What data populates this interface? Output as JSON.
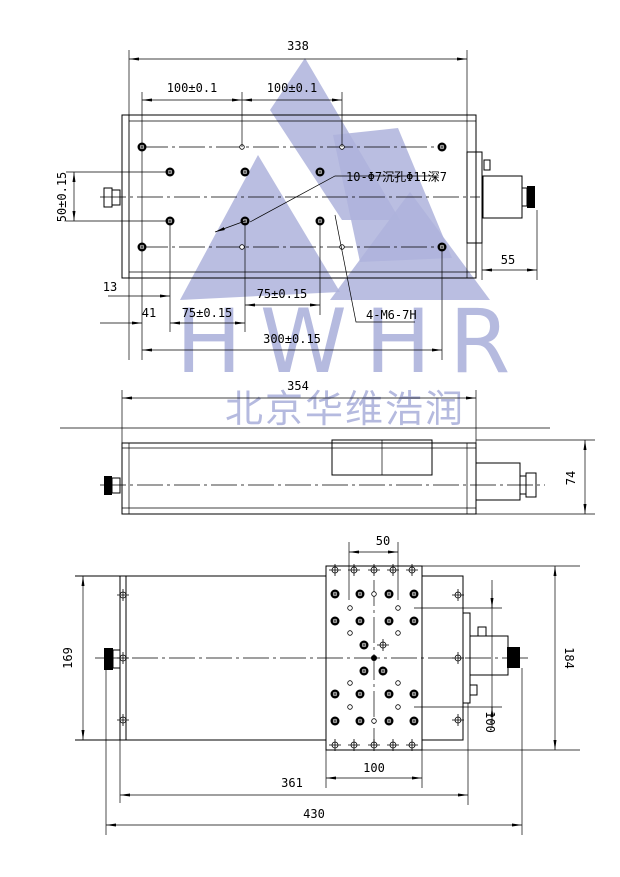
{
  "watermark": {
    "brand": "HWHR",
    "company": "北京华维浩润",
    "color": "#aeb3dc"
  },
  "top_view": {
    "overall_length": "338",
    "pitch_1": "100±0.1",
    "pitch_2": "100±0.1",
    "vertical_pitch": "50±0.15",
    "offset_13": "13",
    "offset_41": "41",
    "spacing_a": "75±0.15",
    "spacing_b": "75±0.15",
    "span": "300±0.15",
    "motor_length": "55",
    "callout_holes": "10-Φ7沉孔Φ11深7",
    "callout_threads": "4-M6-7H"
  },
  "side_view": {
    "overall_length": "354",
    "height": "74"
  },
  "bottom_view": {
    "hole_pitch": "50",
    "base_width": "169",
    "carriage_width": "184",
    "carriage_hole_pitch": "100",
    "carriage_length": "100",
    "rail_length": "361",
    "total_length": "430"
  }
}
